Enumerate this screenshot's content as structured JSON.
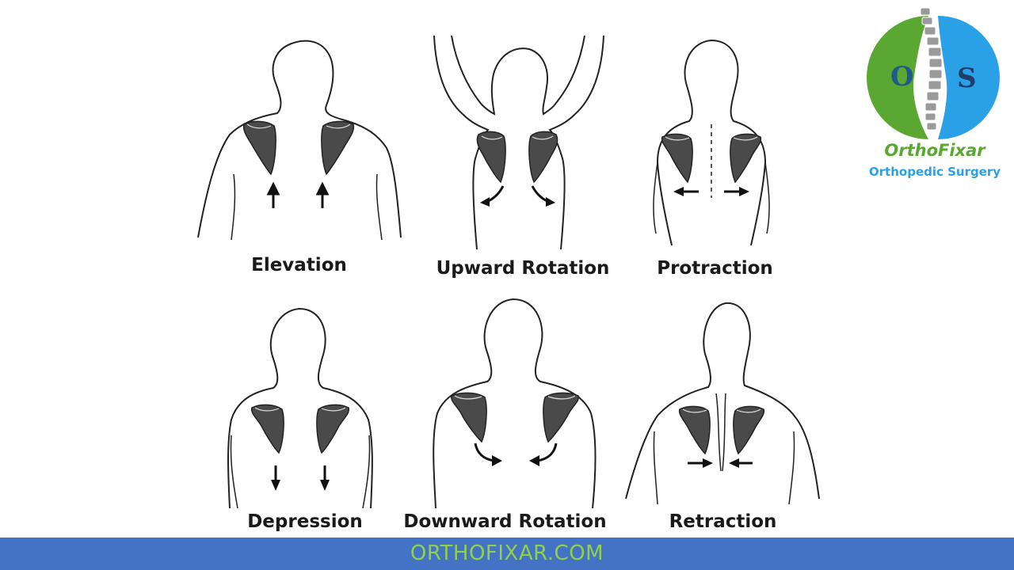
{
  "panels": [
    {
      "label": "Elevation"
    },
    {
      "label": "Upward Rotation"
    },
    {
      "label": "Protraction"
    },
    {
      "label": "Depression"
    },
    {
      "label": "Downward Rotation"
    },
    {
      "label": "Retraction"
    }
  ],
  "logo": {
    "left_letter": "O",
    "right_letter": "S",
    "name": "OrthoFixar",
    "subtitle": "Orthopedic Surgery",
    "colors": {
      "green": "#5aa832",
      "blue": "#2aa0e6"
    }
  },
  "footer": {
    "text": "ORTHOFIXAR.COM",
    "background": "#4472c4",
    "text_color": "#8fd24a"
  },
  "colors": {
    "scapula": "#4a4a4a",
    "outline": "#222222"
  }
}
